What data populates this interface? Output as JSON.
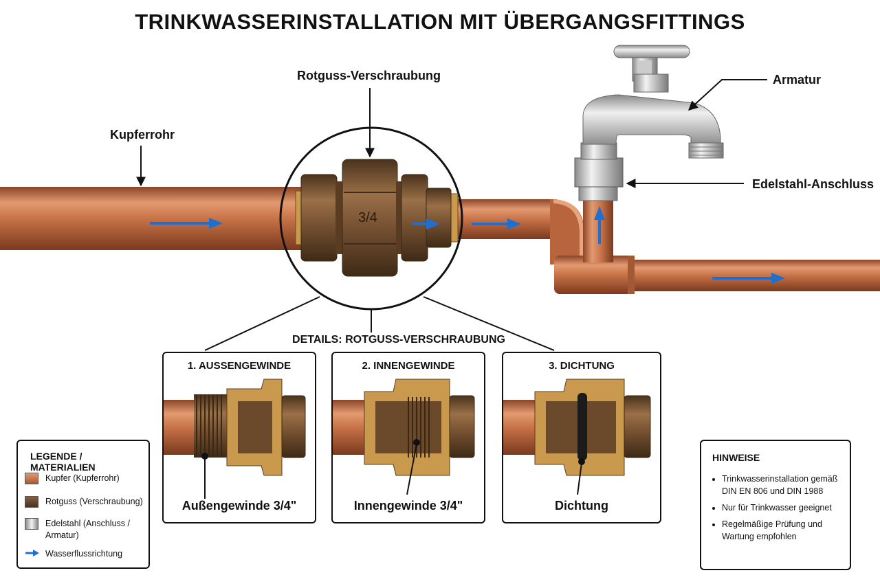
{
  "title": "TRINKWASSERINSTALLATION MIT ÜBERGANGSFITTINGS",
  "callouts": {
    "kupferrohr": "Kupferrohr",
    "rotguss": "Rotguss-Verschraubung",
    "armatur": "Armatur",
    "edelstahl": "Edelstahl-Anschluss",
    "fitting_size": "3/4"
  },
  "details": {
    "heading": "DETAILS: ROTGUSS-VERSCHRAUBUNG",
    "panels": [
      {
        "title": "1. AUSSENGEWINDE",
        "caption": "Außengewinde 3/4\""
      },
      {
        "title": "2. INNENGEWINDE",
        "caption": "Innengewinde 3/4\""
      },
      {
        "title": "3. DICHTUNG",
        "caption": "Dichtung"
      }
    ]
  },
  "legend": {
    "title": "LEGENDE / MATERIALIEN",
    "items": [
      {
        "label": "Kupfer (Kupferrohr)",
        "icon": "copper-swatch",
        "color": "#c8744a"
      },
      {
        "label": "Rotguss (Verschraubung)",
        "icon": "bronze-swatch",
        "color": "#6b4a2c"
      },
      {
        "label": "Edelstahl (Anschluss / Armatur)",
        "icon": "steel-swatch",
        "color": "#b8b8b8"
      },
      {
        "label": "Wasserflussrichtung",
        "icon": "flow-arrow-icon",
        "color": "#1f6fd1"
      }
    ]
  },
  "notes": {
    "title": "HINWEISE",
    "items": [
      "Trinkwasserinstallation gemäß DIN EN 806 und DIN 1988",
      "Nur für Trinkwasser geeignet",
      "Regelmäßige Prüfung und Wartung empfohlen"
    ]
  },
  "colors": {
    "copper": "#c8744a",
    "bronze": "#7a5434",
    "steel": "#b8b8b8",
    "flow": "#1f6fd1"
  }
}
